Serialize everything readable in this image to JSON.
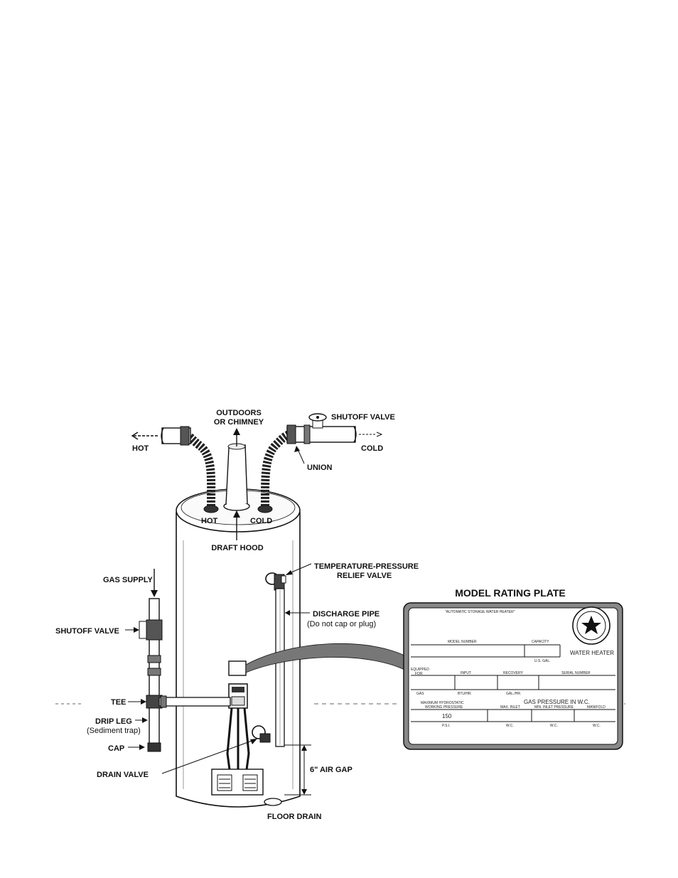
{
  "labels": {
    "outdoors": "OUTDOORS",
    "chimney": "OR CHIMNEY",
    "shutoff_top": "SHUTOFF VALVE",
    "hot_pipe": "HOT",
    "cold_pipe": "COLD",
    "union": "UNION",
    "hot_top": "HOT",
    "cold_top": "COLD",
    "draft_hood": "DRAFT HOOD",
    "tp_valve_1": "TEMPERATURE-PRESSURE",
    "tp_valve_2": "RELIEF VALVE",
    "gas_supply": "GAS SUPPLY",
    "shutoff_side": "SHUTOFF VALVE",
    "discharge_1": "DISCHARGE PIPE",
    "discharge_2": "(Do not cap or plug)",
    "tee": "TEE",
    "drip_leg": "DRIP LEG",
    "sediment": "(Sediment trap)",
    "cap": "CAP",
    "drain_valve": "DRAIN VALVE",
    "air_gap": "6\" AIR GAP",
    "floor_drain": "FLOOR DRAIN"
  },
  "plate": {
    "title": "MODEL RATING PLATE",
    "heading": "\"AUTOMATIC STORAGE WATER HEATER\"",
    "model_number": "MODEL NUMBER",
    "capacity": "CAPACITY",
    "us_gal": "U.S. GAL.",
    "water_heater": "WATER HEATER",
    "equipped": "EQUIPPED",
    "for": "FOR",
    "input": "INPUT",
    "recovery": "RECOVERY",
    "serial_number": "SERIAL NUMBER",
    "gas": "GAS",
    "btu_hr": "BTU/HR.",
    "gal_hr": "GAL./HR.",
    "max_hydro": "MAXIMUM HYDROSTATIC",
    "working_pressure": "WORKING PRESSURE",
    "gas_pressure": "GAS PRESSURE IN W.C.",
    "max_inlet": "MAX. INLET",
    "min_inlet": "MIN. INLET PRESSURE",
    "manifold": "MANIFOLD",
    "pressure_value": "150",
    "psi": "P.S.I.",
    "wc1": "W.C.",
    "wc2": "W.C.",
    "wc3": "W.C."
  }
}
